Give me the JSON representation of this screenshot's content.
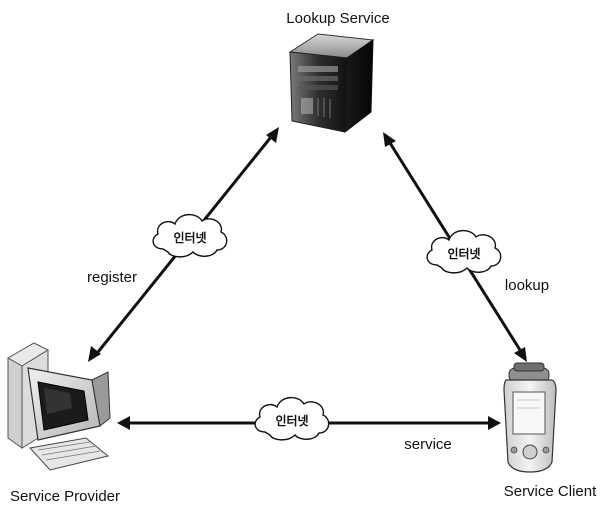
{
  "nodes": {
    "lookup_service": {
      "label": "Lookup Service"
    },
    "service_provider": {
      "label": "Service Provider"
    },
    "service_client": {
      "label": "Service Client"
    }
  },
  "edges": {
    "register": {
      "label": "register",
      "via": "인터넷"
    },
    "lookup": {
      "label": "lookup",
      "via": "인터넷"
    },
    "service": {
      "label": "service",
      "via": "인터넷"
    }
  }
}
